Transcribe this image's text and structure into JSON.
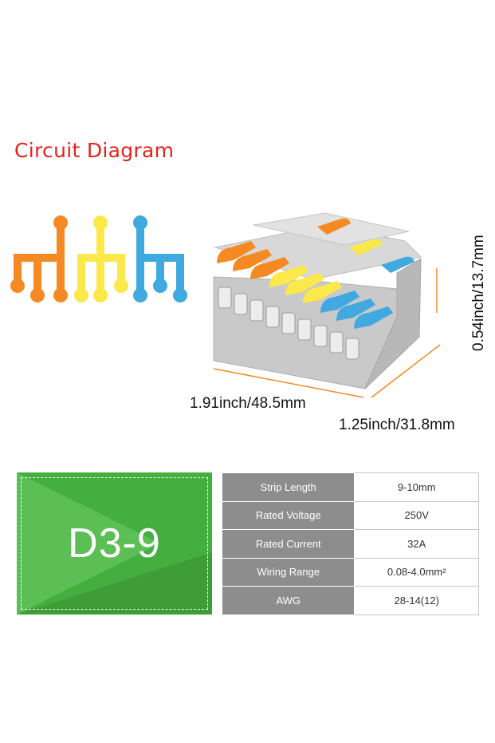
{
  "title": "Circuit Diagram",
  "dimensions": {
    "length": "1.91inch/48.5mm",
    "width": "1.25inch/31.8mm",
    "height": "0.54inch/13.7mm"
  },
  "model": "D3-9",
  "colors": {
    "title": "#e3231f",
    "orange": "#f58a22",
    "yellow": "#fbe84a",
    "blue": "#3fa9e0",
    "badge_green": "#44ae3e",
    "table_header": "#8d8d8d"
  },
  "specs": [
    {
      "label": "Strip Length",
      "value": "9-10mm"
    },
    {
      "label": "Rated Voltage",
      "value": "250V"
    },
    {
      "label": "Rated Current",
      "value": "32A"
    },
    {
      "label": "Wiring Range",
      "value": "0.08-4.0mm²"
    },
    {
      "label": "AWG",
      "value": "28-14(12)"
    }
  ]
}
